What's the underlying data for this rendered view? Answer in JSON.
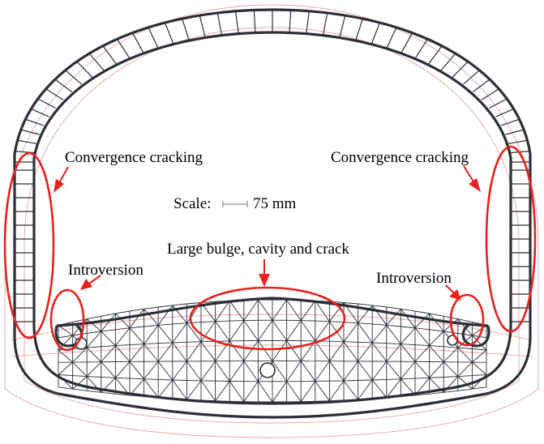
{
  "labels": {
    "convergence_left": "Convergence cracking",
    "convergence_right": "Convergence cracking",
    "scale_label": "Scale:",
    "scale_value": "75 mm",
    "bulge": "Large bulge, cavity and crack",
    "introversion_left": "Introversion",
    "introversion_right": "Introversion"
  },
  "colors": {
    "lining": "#2b2f36",
    "reference": "#e8a6a6",
    "marker": "#e8201e",
    "background": "#ffffff"
  }
}
